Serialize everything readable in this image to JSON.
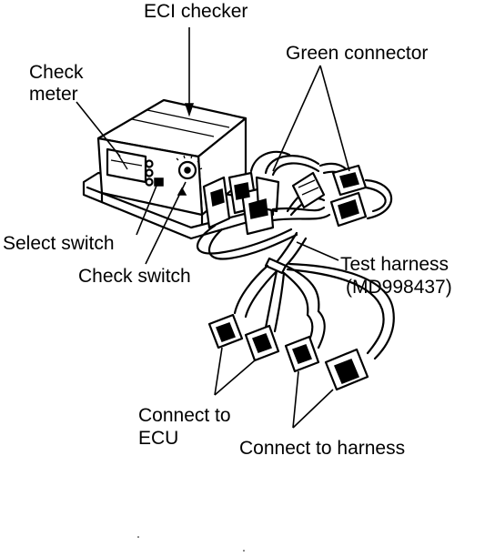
{
  "labels": {
    "eci_checker": "ECI checker",
    "check_meter_1": "Check",
    "check_meter_2": "meter",
    "green_connector": "Green connector",
    "select_switch": "Select switch",
    "check_switch": "Check switch",
    "test_harness_1": "Test harness",
    "test_harness_2": "(MD998437)",
    "connect_ecu_1": "Connect to",
    "connect_ecu_2": "ECU",
    "connect_harness": "Connect to harness"
  }
}
